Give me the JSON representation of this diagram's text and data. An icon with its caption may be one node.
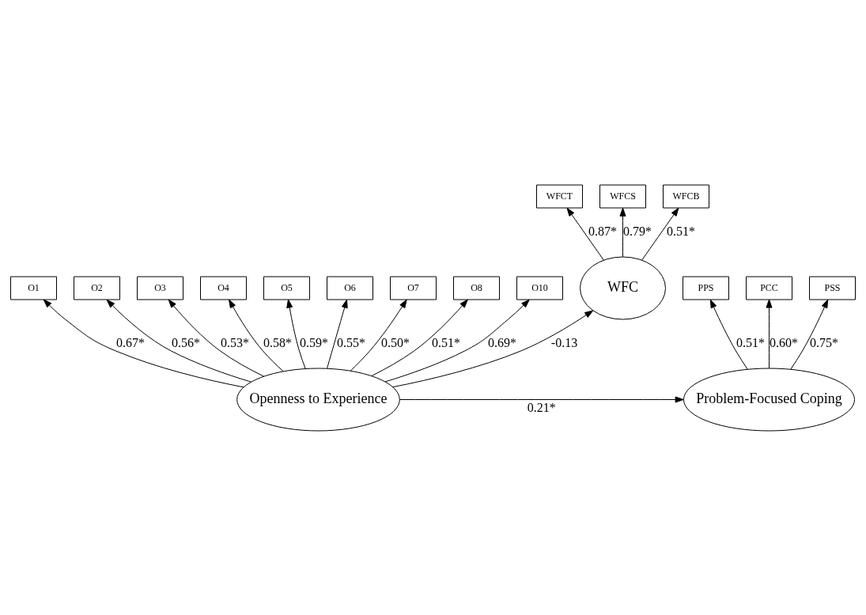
{
  "diagram": {
    "nodes": [
      {
        "text": [
          "O1"
        ]
      },
      {
        "text": [
          "O2"
        ]
      },
      {
        "text": [
          "O3"
        ]
      },
      {
        "text": [
          "O4"
        ]
      },
      {
        "text": [
          "O5"
        ]
      },
      {
        "text": [
          "O6"
        ]
      },
      {
        "text": [
          "O7"
        ]
      },
      {
        "text": [
          "O8"
        ]
      },
      {
        "text": [
          "O10"
        ]
      },
      {
        "text": [
          "PPS"
        ]
      },
      {
        "text": [
          "PCC"
        ]
      },
      {
        "text": [
          "PSS"
        ]
      },
      {
        "text": [
          "Openness to Experience"
        ]
      },
      {
        "text": [
          "Problem-Focused Coping"
        ]
      },
      {
        "text": [
          "WFC"
        ]
      },
      {
        "text": [
          "WFCT"
        ]
      },
      {
        "text": [
          "WFCS"
        ]
      },
      {
        "text": [
          "WFCB"
        ]
      }
    ],
    "edges": [
      {
        "from": 12,
        "to": 0,
        "arrow": "to",
        "label": "0.67*"
      },
      {
        "from": 12,
        "to": 1,
        "arrow": "to",
        "label": "0.56*"
      },
      {
        "from": 12,
        "to": 2,
        "arrow": "to",
        "label": "0.53*"
      },
      {
        "from": 12,
        "to": 3,
        "arrow": "to",
        "label": "0.58*"
      },
      {
        "from": 12,
        "to": 4,
        "arrow": "to",
        "label": "0.59*"
      },
      {
        "from": 12,
        "to": 5,
        "arrow": "to",
        "label": "0.55*"
      },
      {
        "from": 12,
        "to": 6,
        "arrow": "to",
        "label": "0.50*"
      },
      {
        "from": 12,
        "to": 7,
        "arrow": "to",
        "label": "0.51*"
      },
      {
        "from": 12,
        "to": 8,
        "arrow": "to",
        "label": "0.69*"
      },
      {
        "from": 12,
        "to": 13,
        "arrow": "to",
        "label": "0.21*"
      },
      {
        "from": 13,
        "to": 9,
        "arrow": "to",
        "label": "0.51*"
      },
      {
        "from": 13,
        "to": 10,
        "arrow": "to",
        "label": "0.60*"
      },
      {
        "from": 13,
        "to": 11,
        "arrow": "to",
        "label": "0.75*"
      },
      {
        "from": 12,
        "to": 14,
        "arrow": "to",
        "label": "-0.13"
      },
      {
        "from": 14,
        "to": 15,
        "arrow": "to",
        "label": "0.87*"
      },
      {
        "from": 14,
        "to": 16,
        "arrow": "to",
        "label": "0.79*"
      },
      {
        "from": 14,
        "to": 17,
        "arrow": "to",
        "label": "0.51*"
      }
    ]
  }
}
